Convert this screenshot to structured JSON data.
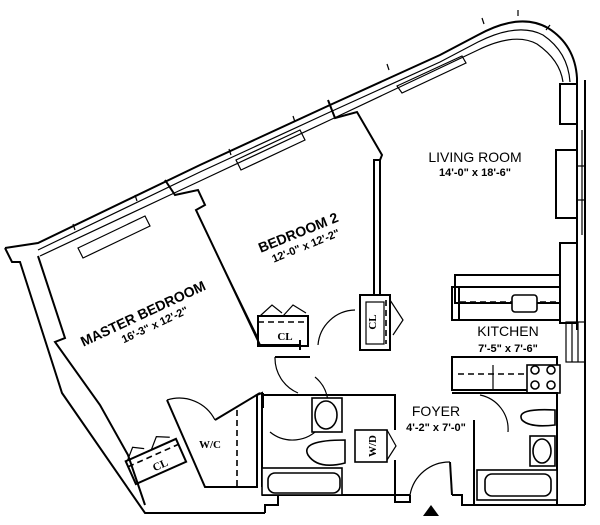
{
  "plan": {
    "rooms": {
      "living_room": {
        "name": "LIVING ROOM",
        "dims": "14'-0\" x 18'-6\""
      },
      "bedroom_2": {
        "name": "BEDROOM 2",
        "dims": "12'-0\" x 12'-2\""
      },
      "master_bedroom": {
        "name": "MASTER BEDROOM",
        "dims": "16'-3\" x 12'-2\""
      },
      "kitchen": {
        "name": "KITCHEN",
        "dims": "7'-5\" x 7'-6\""
      },
      "foyer": {
        "name": "FOYER",
        "dims": "4'-2\" x 7'-0\""
      }
    },
    "fixtures": {
      "closet_bedroom2": "CL",
      "closet_living": "CL",
      "closet_master": "CL",
      "walk_in_closet": "W/C",
      "washer_dryer": "W/D"
    },
    "entrance_marker": "entrance-arrow",
    "colors": {
      "line": "#000000",
      "background": "#ffffff"
    }
  }
}
